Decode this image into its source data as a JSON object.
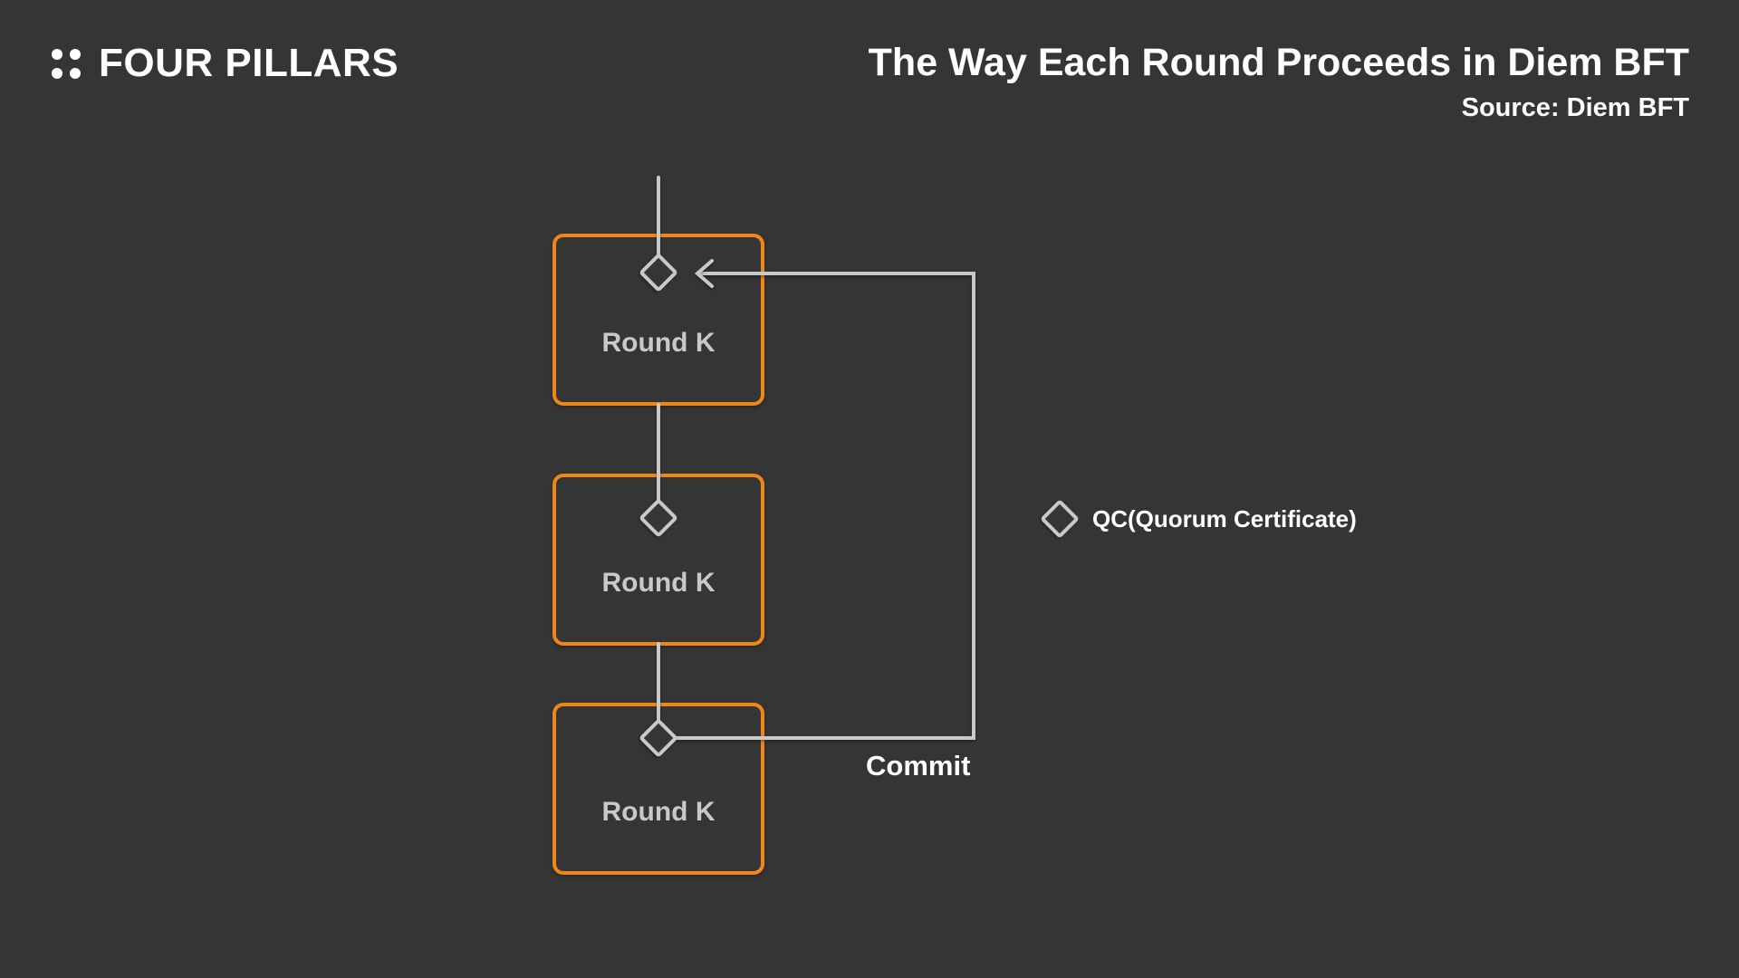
{
  "branding": {
    "logo_text": "FOUR PILLARS"
  },
  "header": {
    "title": "The Way Each Round Proceeds in Diem BFT",
    "source": "Source: Diem BFT"
  },
  "diagram": {
    "rounds": [
      {
        "label": "Round K"
      },
      {
        "label": "Round K"
      },
      {
        "label": "Round K"
      }
    ],
    "commit_label": "Commit",
    "legend": {
      "symbol": "diamond-icon",
      "label": "QC(Quorum Certificate)"
    }
  },
  "colors": {
    "background": "#353535",
    "box_border": "#EE8718",
    "connector": "#C9C9C9",
    "round_label": "#C9C9C9",
    "text_white": "#FFFFFF"
  }
}
